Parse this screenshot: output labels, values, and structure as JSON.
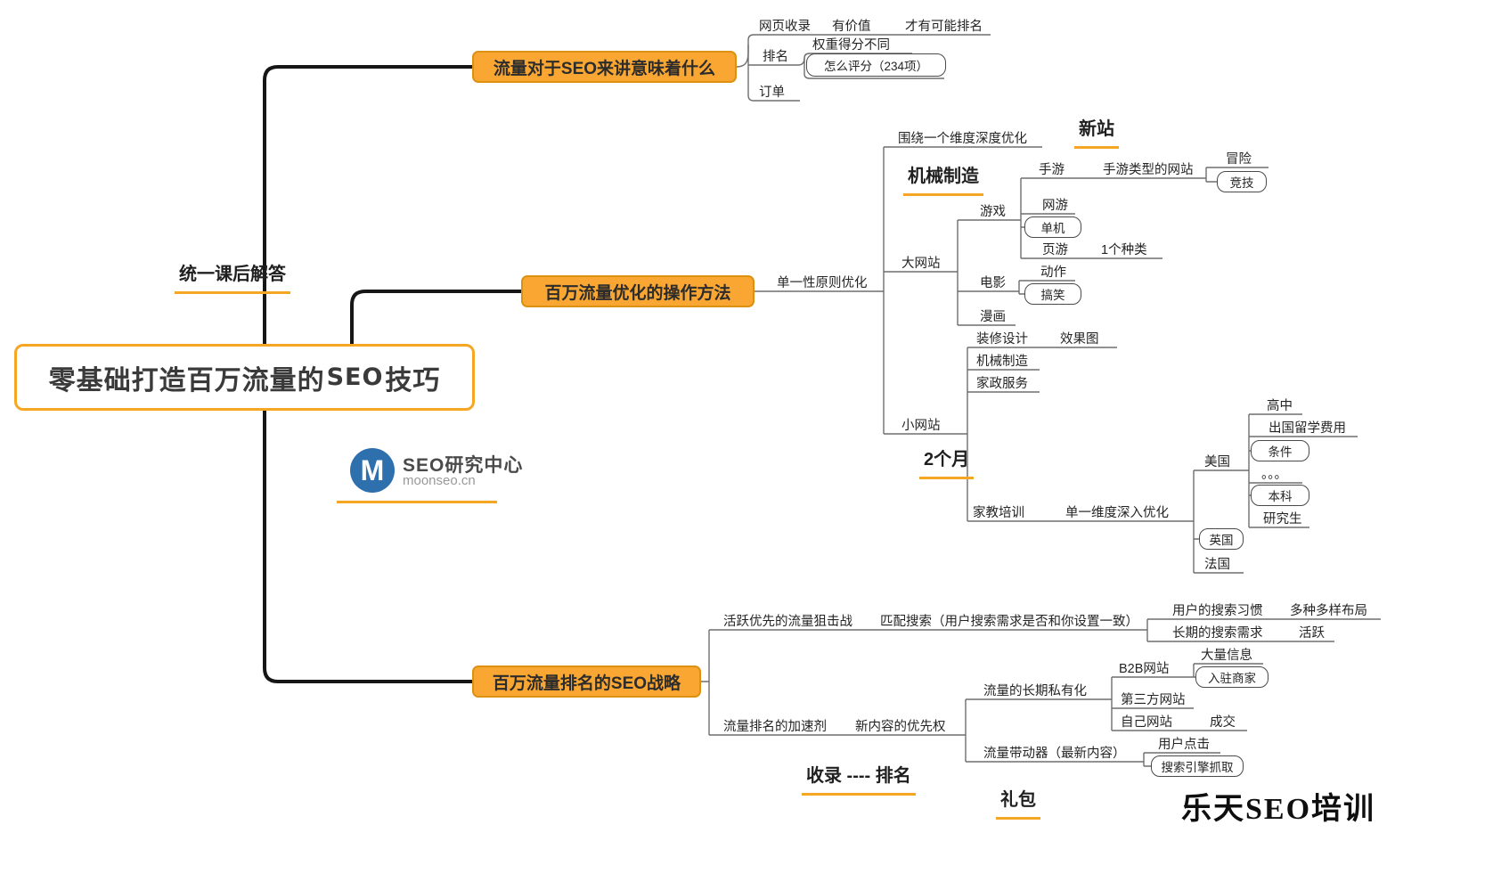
{
  "central": {
    "prefix": "零基础打造百万流量的",
    "bold": "SEO",
    "suffix": "技巧"
  },
  "floating": {
    "unified_qa": "统一课后解答",
    "machinery": "机械制造",
    "new_site": "新站",
    "two_months": "2个月",
    "index_rank": "收录  ----  排名",
    "gift": "礼包"
  },
  "b1": {
    "label": "流量对于SEO来讲意味着什么",
    "index": "网页收录",
    "valuable": "有价值",
    "rank_possible": "才有可能排名",
    "rank": "排名",
    "weight_diff": "权重得分不同",
    "score": "怎么评分（234项）",
    "order": "订单"
  },
  "b2": {
    "label": "百万流量优化的操作方法",
    "principle": "单一性原则优化",
    "one_dimension": "围绕一个维度深度优化",
    "big_site": "大网站",
    "game": "游戏",
    "mobile_game": "手游",
    "mobile_game_sites": "手游类型的网站",
    "adventure": "冒险",
    "competitive": "竞技",
    "online_game": "网游",
    "single_game": "单机",
    "web_game": "页游",
    "one_kind": "1个种类",
    "movie": "电影",
    "action": "动作",
    "funny": "搞笑",
    "comic": "漫画",
    "small_site": "小网站",
    "decoration": "装修设计",
    "effect_pic": "效果图",
    "machinery_mid": "机械制造",
    "housekeeping": "家政服务",
    "tutoring": "家教培训",
    "deep_single": "单一维度深入优化",
    "usa": "美国",
    "high_school": "高中",
    "abroad_fee": "出国留学费用",
    "condition": "条件",
    "dots": "。。。",
    "bachelor": "本科",
    "master": "研究生",
    "uk": "英国",
    "france": "法国"
  },
  "b3": {
    "label": "百万流量排名的SEO战略",
    "sniper": "活跃优先的流量狙击战",
    "match_search": "匹配搜索（用户搜索需求是否和你设置一致）",
    "search_habit": "用户的搜索习惯",
    "various_layout": "多种多样布局",
    "longterm_need": "长期的搜索需求",
    "active": "活跃",
    "accelerator": "流量排名的加速剂",
    "new_content": "新内容的优先权",
    "privatization": "流量的长期私有化",
    "b2b": "B2B网站",
    "mass_info": "大量信息",
    "merchants": "入驻商家",
    "third_party": "第三方网站",
    "own_site": "自己网站",
    "deal": "成交",
    "driver": "流量带动器（最新内容）",
    "user_click": "用户点击",
    "engine_crawl": "搜索引擎抓取"
  },
  "logo": {
    "letter": "M",
    "brand": "SEO研究中心",
    "site": "moonseo.cn"
  },
  "watermark": "乐天SEO培训",
  "colors": {
    "accent": "#F5A623",
    "box_fill": "#F9A632",
    "box_border": "#DD9110",
    "spine": "#161616",
    "line": "#6e6e6e"
  }
}
